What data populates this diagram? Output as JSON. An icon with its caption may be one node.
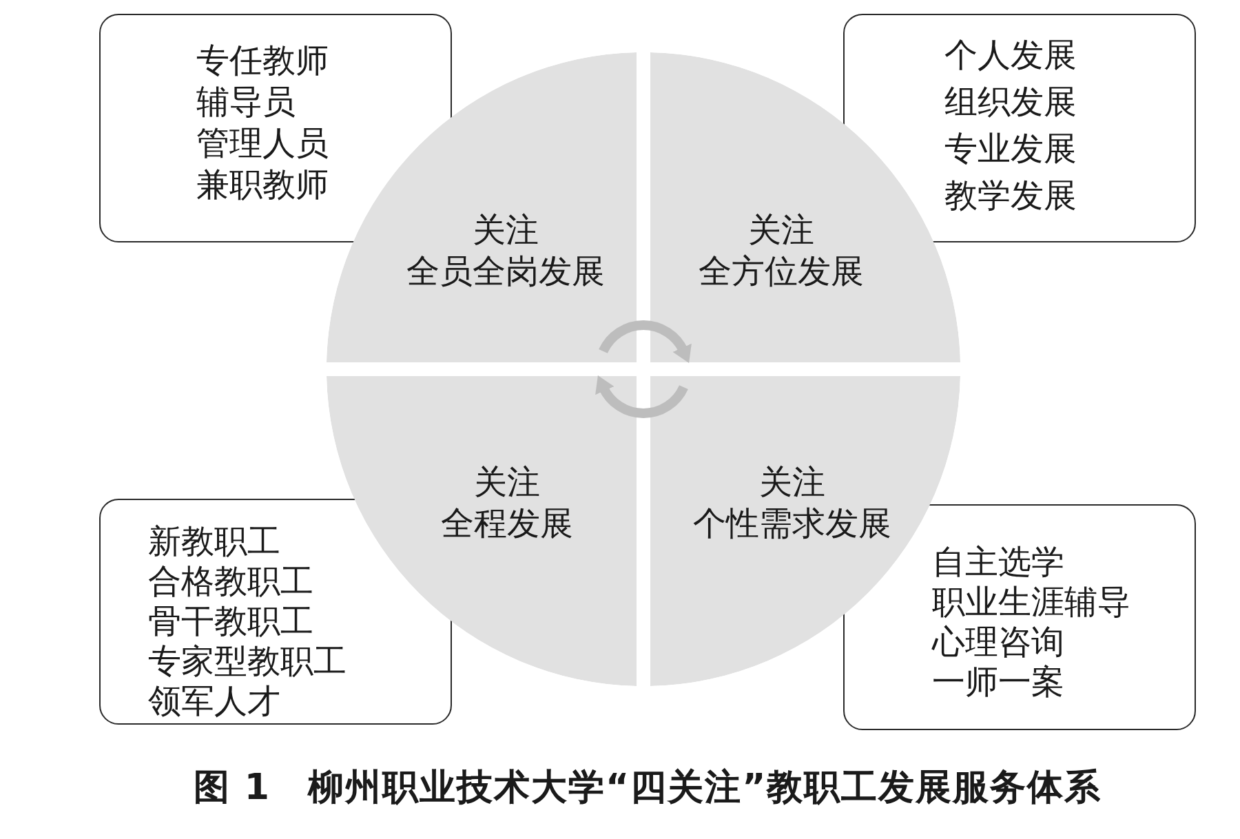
{
  "diagram": {
    "caption": "图 1　柳州职业技术大学“四关注”教职工发展服务体系",
    "nodes": [
      {
        "text": [
          "专任教师",
          "辅导员",
          "管理人员",
          "兼职教师"
        ]
      },
      {
        "text": [
          "个人发展",
          "组织发展",
          "专业发展",
          "教学发展"
        ]
      },
      {
        "text": [
          "关注",
          "全员全岗发展"
        ]
      },
      {
        "text": [
          "关注",
          "全方位发展"
        ]
      },
      {
        "text": [
          "关注",
          "全程发展"
        ]
      },
      {
        "text": [
          "关注",
          "个性需求发展"
        ]
      },
      {
        "text": [
          "新教职工",
          "合格教职工",
          "骨干教职工",
          "专家型教职工",
          "领军人才"
        ]
      },
      {
        "text": [
          "自主选学",
          "职业生涯辅导",
          "心理咨询",
          "一师一案"
        ]
      }
    ],
    "edges": [
      {
        "from": 2,
        "to": 3,
        "arrow": "to"
      },
      {
        "from": 5,
        "to": 4,
        "arrow": "to"
      }
    ]
  }
}
